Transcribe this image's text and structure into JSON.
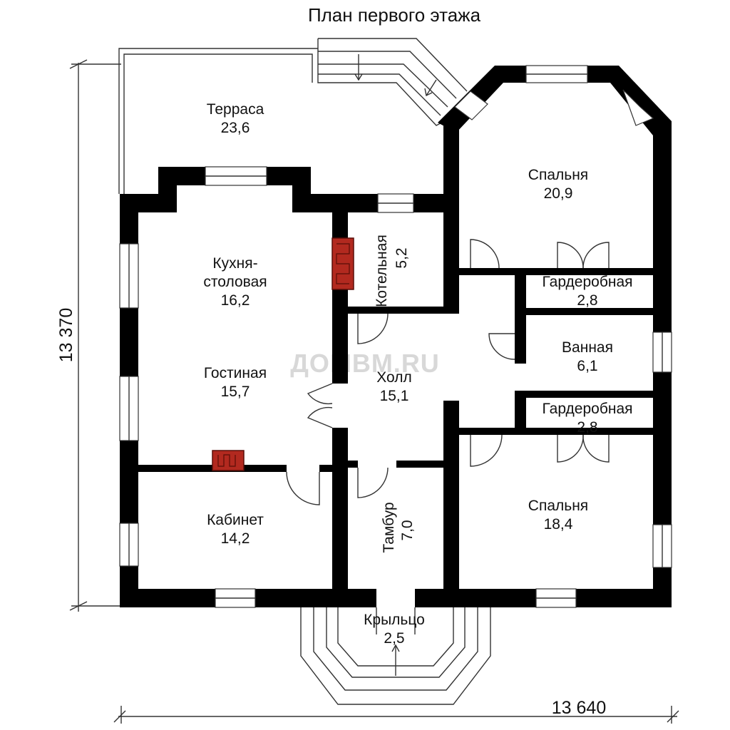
{
  "title": "План первого этажа",
  "watermark": "ДОМВМ.RU",
  "dimensions": {
    "height": "13 370",
    "width": "13 640"
  },
  "rooms": [
    {
      "key": "terrace",
      "name": "Терраса",
      "area": "23,6"
    },
    {
      "key": "kitchen",
      "name_line1": "Кухня-",
      "name_line2": "столовая",
      "area": "16,2"
    },
    {
      "key": "boiler",
      "name": "Котельная",
      "area": "5,2"
    },
    {
      "key": "bedroom1",
      "name": "Спальня",
      "area": "20,9"
    },
    {
      "key": "wardrobe1",
      "name": "Гардеробная",
      "area": "2,8"
    },
    {
      "key": "bath",
      "name": "Ванная",
      "area": "6,1"
    },
    {
      "key": "living",
      "name": "Гостиная",
      "area": "15,7"
    },
    {
      "key": "hall",
      "name": "Холл",
      "area": "15,1"
    },
    {
      "key": "wardrobe2",
      "name": "Гардеробная",
      "area": "2,8"
    },
    {
      "key": "bedroom2",
      "name": "Спальня",
      "area": "18,4"
    },
    {
      "key": "study",
      "name": "Кабинет",
      "area": "14,2"
    },
    {
      "key": "vestibule",
      "name": "Тамбур",
      "area": "7,0"
    },
    {
      "key": "porch",
      "name": "Крыльцо",
      "area": "2,5"
    }
  ]
}
